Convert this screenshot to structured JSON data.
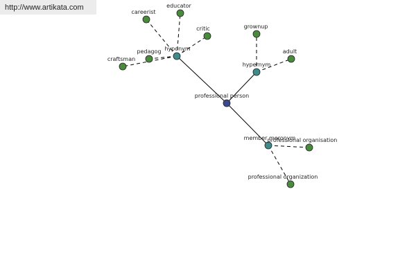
{
  "site": {
    "url_label": "http://www.artikata.com"
  },
  "colors": {
    "center_node": "#3a4a8c",
    "relation_node": "#3f8a8a",
    "leaf_node": "#4a8a3c",
    "edge": "#000000"
  },
  "graph": {
    "nodes": [
      {
        "id": "professional-person",
        "label": "professional person",
        "kind": "center"
      },
      {
        "id": "hyponym",
        "label": "hyponym",
        "kind": "relation"
      },
      {
        "id": "hypernym",
        "label": "hypernym",
        "kind": "relation"
      },
      {
        "id": "member-meronym",
        "label": "member meronym",
        "kind": "relation"
      },
      {
        "id": "careerist",
        "label": "careerist",
        "kind": "leaf"
      },
      {
        "id": "educator",
        "label": "educator",
        "kind": "leaf"
      },
      {
        "id": "critic",
        "label": "critic",
        "kind": "leaf"
      },
      {
        "id": "pedagog",
        "label": "pedagog",
        "kind": "leaf"
      },
      {
        "id": "craftsman",
        "label": "craftsman",
        "kind": "leaf"
      },
      {
        "id": "grownup",
        "label": "grownup",
        "kind": "leaf"
      },
      {
        "id": "adult",
        "label": "adult",
        "kind": "leaf"
      },
      {
        "id": "professional-organisation",
        "label": "professional organisation",
        "kind": "leaf"
      },
      {
        "id": "professional-organization",
        "label": "professional organization",
        "kind": "leaf"
      }
    ],
    "edges": [
      {
        "from": "professional-person",
        "to": "hyponym",
        "style": "solid"
      },
      {
        "from": "professional-person",
        "to": "hypernym",
        "style": "solid"
      },
      {
        "from": "professional-person",
        "to": "member-meronym",
        "style": "solid"
      },
      {
        "from": "hyponym",
        "to": "careerist",
        "style": "dashed"
      },
      {
        "from": "hyponym",
        "to": "educator",
        "style": "dashed"
      },
      {
        "from": "hyponym",
        "to": "critic",
        "style": "dashed"
      },
      {
        "from": "hyponym",
        "to": "pedagog",
        "style": "dashed"
      },
      {
        "from": "hyponym",
        "to": "craftsman",
        "style": "dashed"
      },
      {
        "from": "hypernym",
        "to": "grownup",
        "style": "dashed"
      },
      {
        "from": "hypernym",
        "to": "adult",
        "style": "dashed"
      },
      {
        "from": "member-meronym",
        "to": "professional-organisation",
        "style": "dashed"
      },
      {
        "from": "member-meronym",
        "to": "professional-organization",
        "style": "dashed"
      }
    ]
  }
}
